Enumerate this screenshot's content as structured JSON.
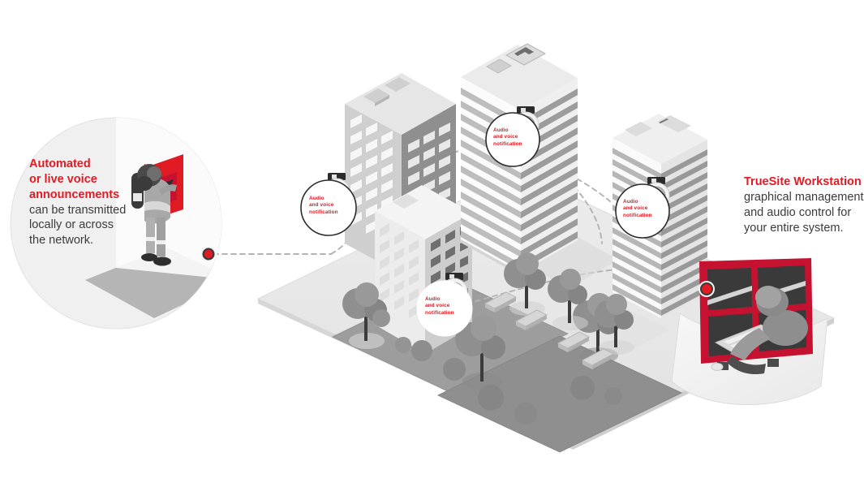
{
  "diagram": {
    "title": "Mass notification city overview",
    "colors": {
      "accent_red": "#e01b24",
      "deep_red": "#c41230",
      "body_text": "#3b3b3b",
      "ground": "#e6e6e6",
      "park": "#9a9a9a",
      "building_light": "#f2f2f2",
      "building_mid": "#c9c9c9",
      "building_dark": "#8d8d8d",
      "tree": "#8a8a8a",
      "inset_circle": "#f0f0f0",
      "dashed_line": "#b3b3b3"
    }
  },
  "left_callout": {
    "highlight_lines": [
      "Automated",
      "or live voice",
      "announcements"
    ],
    "body_lines": [
      "can be transmitted",
      "locally or across",
      "the network."
    ]
  },
  "right_callout": {
    "highlight_lines": [
      "TrueSite Workstation"
    ],
    "body_lines": [
      "graphical management",
      "and audio control for",
      "your entire system."
    ]
  },
  "speaker_callouts": [
    {
      "id": "speaker-callout-left",
      "lines": [
        "Audio",
        "and voice",
        "notification"
      ],
      "style": "outlined"
    },
    {
      "id": "speaker-callout-center",
      "lines": [
        "Audio",
        "and voice",
        "notification"
      ],
      "style": "outlined"
    },
    {
      "id": "speaker-callout-lower",
      "lines": [
        "Audio",
        "and voice",
        "notification"
      ],
      "style": "filled"
    },
    {
      "id": "speaker-callout-right",
      "lines": [
        "Audio",
        "and voice",
        "notification"
      ],
      "style": "outlined"
    }
  ],
  "icons": {
    "speaker": "wall-speaker-icon",
    "marker": "red-dot-marker-icon",
    "link": "dashed-connector-icon",
    "firefighter": "firefighter-figure-icon",
    "panel": "red-fire-panel-icon",
    "monitors": "video-wall-monitors-icon",
    "operator": "seated-operator-icon",
    "tree": "tree-icon",
    "bench": "park-bench-icon",
    "building": "office-building-icon",
    "rooftop_unit": "rooftop-hvac-icon"
  }
}
